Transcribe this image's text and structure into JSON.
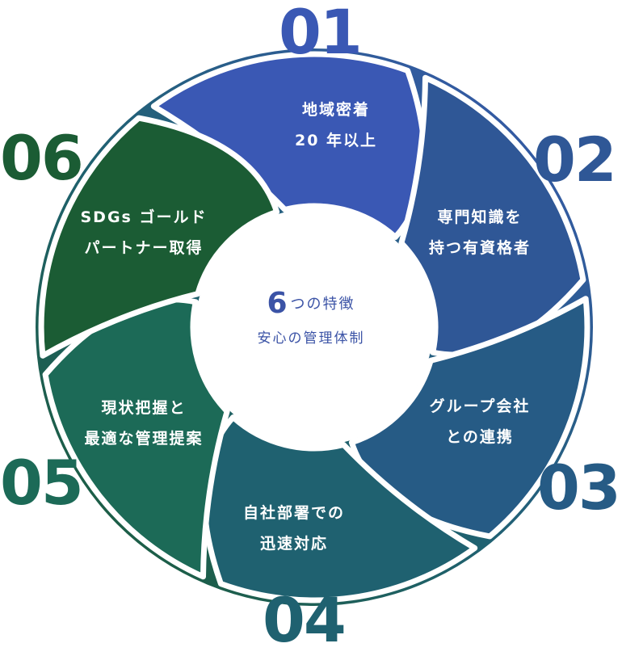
{
  "center": {
    "count": "6",
    "line1_rest": "つの特徴",
    "line2": "安心の管理体制"
  },
  "segments": [
    {
      "number": "01",
      "line1": "地域密着",
      "line2": "20 年以上",
      "color": "#3a58b4"
    },
    {
      "number": "02",
      "line1": "専門知識を",
      "line2": "持つ有資格者",
      "color": "#2f5796"
    },
    {
      "number": "03",
      "line1": "グループ会社",
      "line2": "との連携",
      "color": "#265b85"
    },
    {
      "number": "04",
      "line1": "自社部署での",
      "line2": "迅速対応",
      "color": "#1f6170"
    },
    {
      "number": "05",
      "line1": "現状把握と",
      "line2": "最適な管理提案",
      "color": "#1c6a57"
    },
    {
      "number": "06",
      "line1": "SDGs ゴールド",
      "line2": "パートナー取得",
      "color": "#1b5c34"
    }
  ]
}
